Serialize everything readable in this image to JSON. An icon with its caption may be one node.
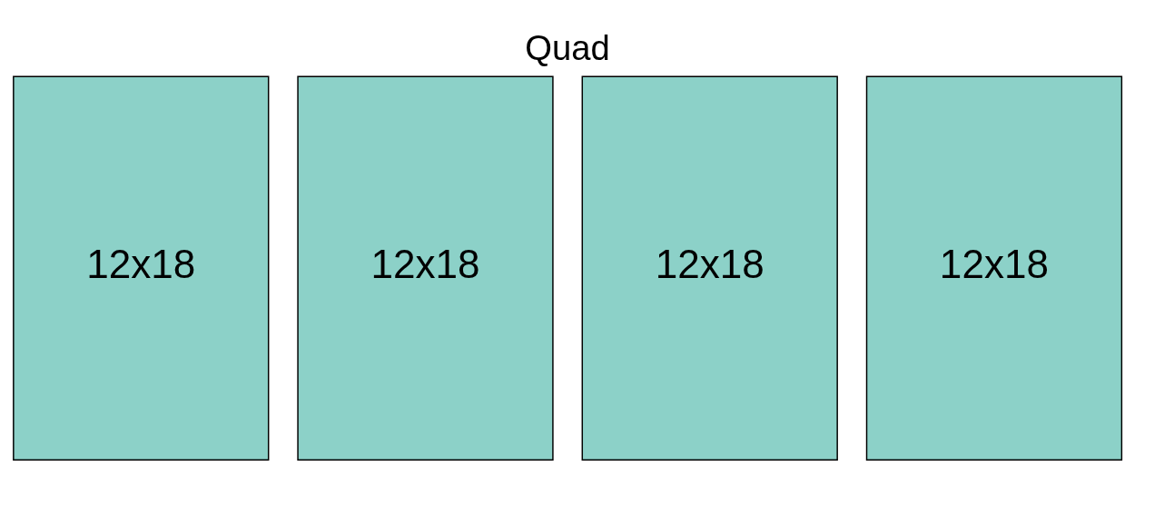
{
  "diagram": {
    "title": "Quad",
    "nodes": [
      {
        "text": [
          "12x18"
        ]
      },
      {
        "text": [
          "12x18"
        ]
      },
      {
        "text": [
          "12x18"
        ]
      },
      {
        "text": [
          "12x18"
        ]
      }
    ]
  }
}
